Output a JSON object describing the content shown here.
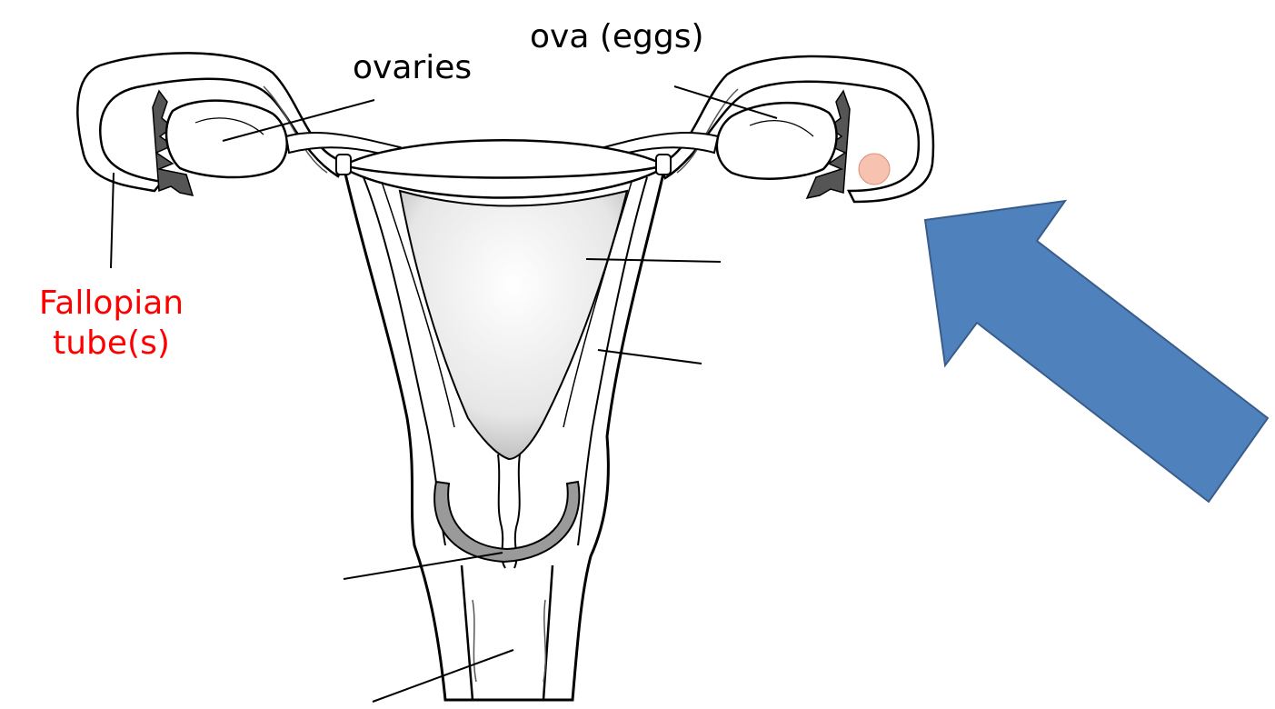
{
  "labels": {
    "ova": "ova (eggs)",
    "ovaries": "ovaries",
    "fallopian_line1": "Fallopian",
    "fallopian_line2": "tube(s)"
  },
  "colors": {
    "label_text": "#000000",
    "highlight_label": "#ff0000",
    "arrow_fill": "#4f81bd",
    "arrow_stroke": "#385d8a",
    "egg_fill": "#f8c2b0",
    "outline": "#000000",
    "shading": "#cfcfcf"
  },
  "icons": {
    "arrow": "pointer-arrow-icon",
    "egg": "ovum-dot"
  }
}
